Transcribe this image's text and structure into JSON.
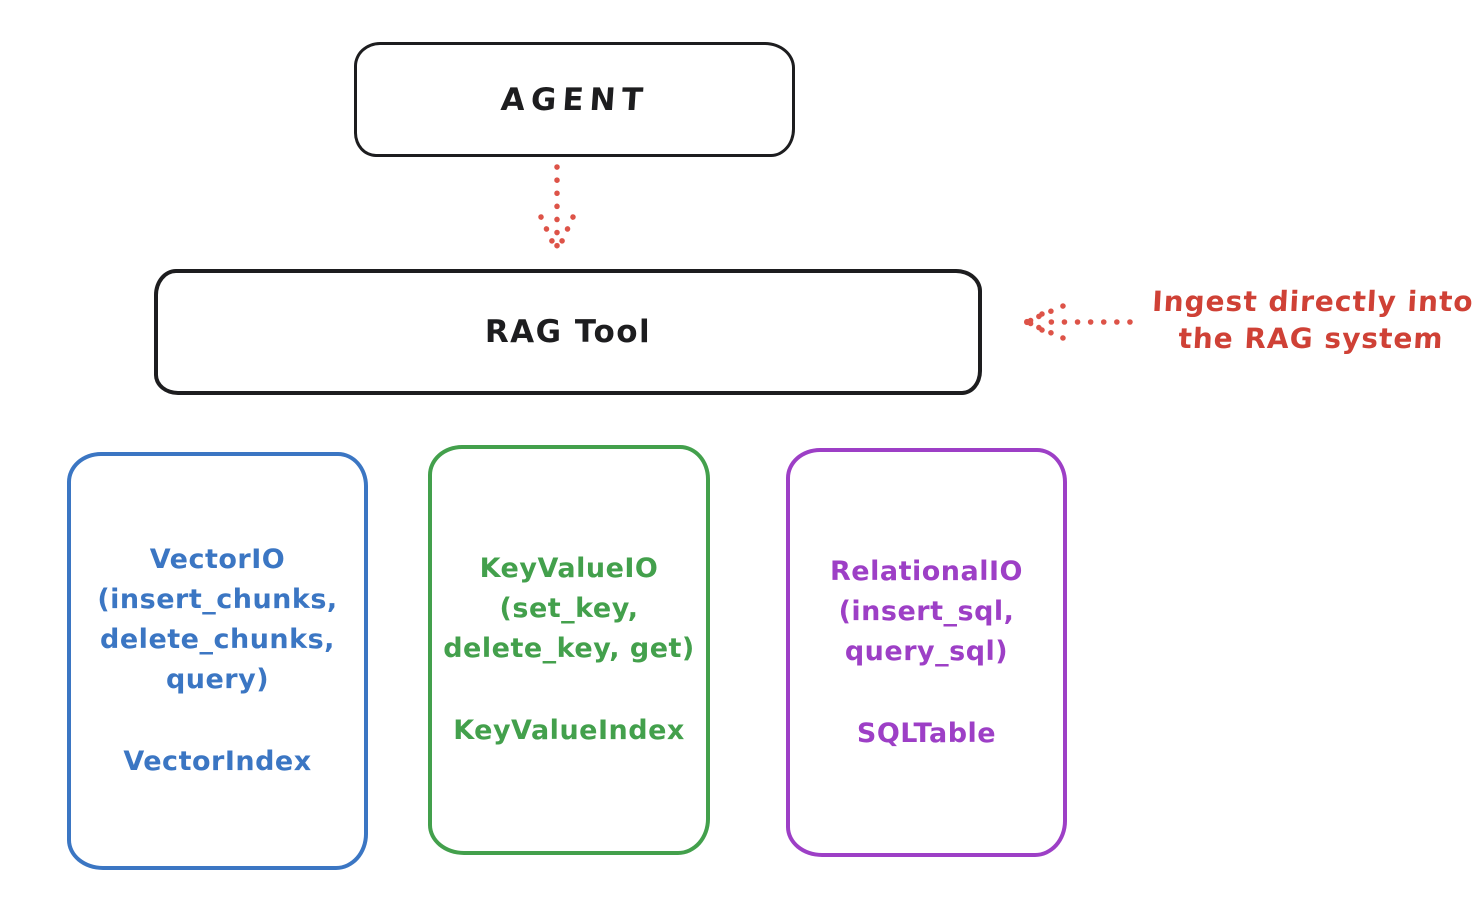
{
  "diagram": {
    "agent_box": {
      "label": "AGENT"
    },
    "rag_tool_box": {
      "label": "RAG Tool"
    },
    "ingest_annotation": {
      "lines": [
        "Ingest directly into",
        "the RAG system"
      ],
      "color": "#cf4136"
    },
    "arrows": [
      {
        "name": "agent-to-rag-tool",
        "style": "dotted",
        "direction": "down",
        "color": "#dd5348"
      },
      {
        "name": "ingest-into-rag-tool",
        "style": "dotted",
        "direction": "left",
        "color": "#dd5348"
      }
    ],
    "stores": [
      {
        "title": "VectorIO",
        "methods_lines": [
          "(insert_chunks,",
          "delete_chunks,",
          "query)"
        ],
        "index_label": "VectorIndex",
        "color": "#3b76c3"
      },
      {
        "title": "KeyValueIO",
        "methods_lines": [
          "(set_key,",
          "delete_key, get)"
        ],
        "index_label": "KeyValueIndex",
        "color": "#43a04c"
      },
      {
        "title": "RelationalIO",
        "methods_lines": [
          "(insert_sql,",
          "query_sql)"
        ],
        "index_label": "SQLTable",
        "color": "#9d3fc6"
      }
    ],
    "colors": {
      "box_stroke": "#1d1d1f",
      "arrow_red": "#dd5348",
      "annotation_red": "#cf4136",
      "background": "#ffffff"
    }
  }
}
